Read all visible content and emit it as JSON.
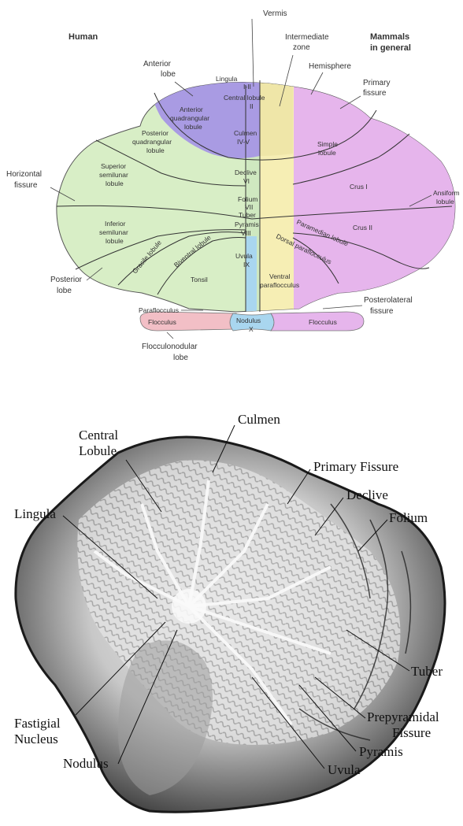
{
  "top_diagram": {
    "headings": {
      "human": "Human",
      "mammals_line1": "Mammals",
      "mammals_line2": "in general"
    },
    "labels": {
      "vermis": "Vermis",
      "intermediate_1": "Intermediate",
      "intermediate_2": "zone",
      "hemisphere": "Hemisphere",
      "primary_fissure_1": "Primary",
      "primary_fissure_2": "fissure",
      "anterior_lobe_1": "Anterior",
      "anterior_lobe_2": "lobe",
      "lingula": "Lingula",
      "lingula_num": "I-II",
      "central_lobule_1": "Central lobule",
      "central_lobule_2": "II",
      "ant_quad_1": "Anterior",
      "ant_quad_2": "quadrangular",
      "ant_quad_3": "lobule",
      "culmen_1": "Culmen",
      "culmen_2": "IV-V",
      "post_quad_1": "Posterior",
      "post_quad_2": "quadrangular",
      "post_quad_3": "lobule",
      "simple_1": "Simple",
      "simple_2": "lobule",
      "sup_semi_1": "Superior",
      "sup_semi_2": "semilunar",
      "sup_semi_3": "lobule",
      "declive_1": "Declive",
      "declive_2": "VI",
      "crus1": "Crus I",
      "horiz_1": "Horizontal",
      "horiz_2": "fissure",
      "ansiform_1": "Ansiform",
      "ansiform_2": "lobule",
      "folium_1": "Folium",
      "folium_2": "VII",
      "tuber": "Tuber",
      "inf_semi_1": "Inferior",
      "inf_semi_2": "semilunar",
      "inf_semi_3": "lobule",
      "pyramis_1": "Pyramis",
      "pyramis_2": "VIII",
      "crus2": "Crus II",
      "paramedian": "Paramedian lobule",
      "gracile": "Gracile lobule",
      "biventral": "Biventral lobule",
      "dorsal_para": "Dorsal paraflocculus",
      "uvula_1": "Uvula",
      "uvula_2": "IX",
      "tonsil": "Tonsil",
      "ventral_para_1": "Ventral",
      "ventral_para_2": "paraflocculus",
      "posterior_lobe_1": "Posterior",
      "posterior_lobe_2": "lobe",
      "paraflocculus": "Paraflocculus",
      "posterolateral_1": "Posterolateral",
      "posterolateral_2": "fissure",
      "flocculus_left": "Flocculus",
      "nodulus_1": "Nodulus",
      "nodulus_2": "X",
      "flocculus_right": "Flocculus",
      "floccnod_1": "Flocculonodular",
      "floccnod_2": "lobe"
    },
    "colors": {
      "purple": "#a99be3",
      "green": "#d8eec6",
      "yellow": "#f6eeb4",
      "blue": "#a9d6ef",
      "magenta": "#e6b5ec",
      "pink": "#f2bfc6",
      "vermis_green": "#cfe8c0"
    }
  },
  "bottom_photo": {
    "labels": {
      "culmen": "Culmen",
      "central_1": "Central",
      "central_2": "Lobule",
      "primary_fissure": "Primary Fissure",
      "declive": "Declive",
      "lingula": "Lingula",
      "folium": "Folium",
      "tuber": "Tuber",
      "fastigial_1": "Fastigial",
      "fastigial_2": "Nucleus",
      "prepyramidal_1": "Prepyramidal",
      "prepyramidal_2": "Fissure",
      "pyramis": "Pyramis",
      "nodulus": "Nodulus",
      "uvula": "Uvula"
    }
  }
}
